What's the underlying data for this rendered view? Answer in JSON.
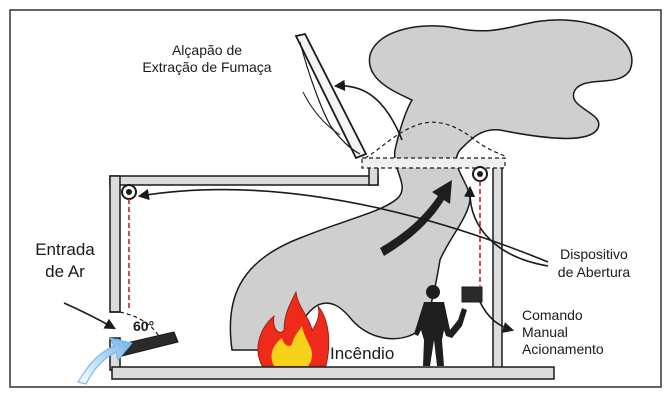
{
  "labels": {
    "hatch": [
      "Alçapão de",
      "Extração de Fumaça"
    ],
    "air_inlet": [
      "Entrada",
      "de Ar"
    ],
    "device": [
      "Dispositivo",
      "de Abertura"
    ],
    "manual": [
      "Comando",
      "Manual",
      "Acionamento"
    ],
    "fire": "Incêndio",
    "angle": "60°"
  },
  "colors": {
    "smoke": "#cfcfcf",
    "structure": "#dcdcdc",
    "fire_outer": "#ee2a1a",
    "fire_inner": "#f7d21a",
    "airflow": "#6fb3e8",
    "device_line": "#cc1f1f",
    "outline": "#1a1a1a"
  }
}
